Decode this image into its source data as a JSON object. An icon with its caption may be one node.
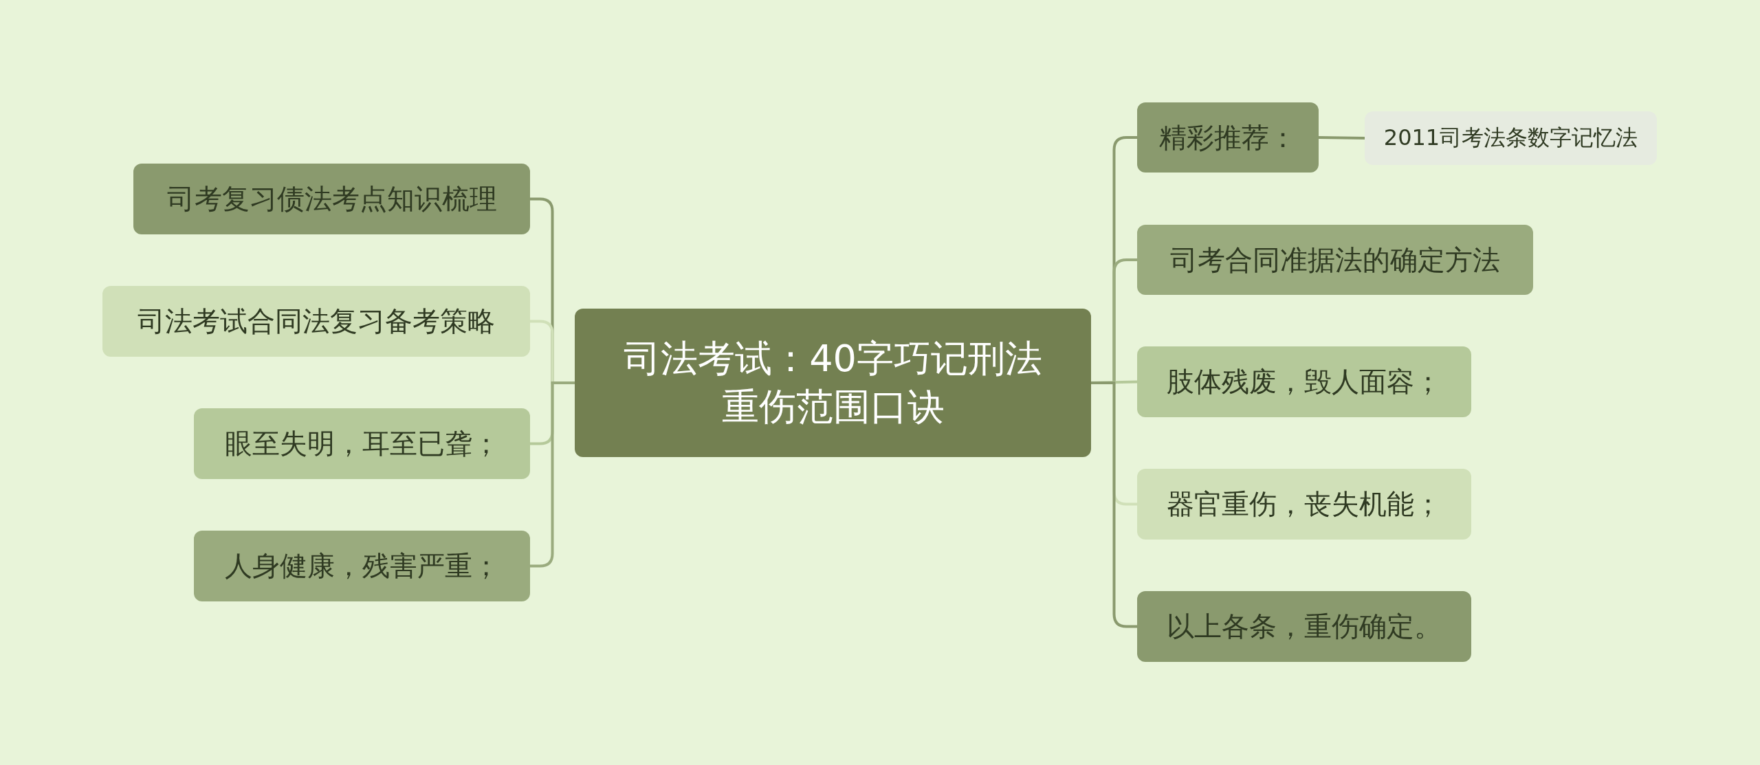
{
  "diagram": {
    "nodes": [
      {
        "text": [
          "司法考试：40字巧记刑法重伤范围口诀"
        ]
      },
      {
        "text": [
          "司考复习债法考点知识梳理"
        ]
      },
      {
        "text": [
          "司法考试合同法复习备考策略"
        ]
      },
      {
        "text": [
          "眼至失明，耳至已聋；"
        ]
      },
      {
        "text": [
          "人身健康，残害严重；"
        ]
      },
      {
        "text": [
          "精彩推荐："
        ]
      },
      {
        "text": [
          "2011司考法条数字记忆法"
        ]
      },
      {
        "text": [
          "司考合同准据法的确定方法"
        ]
      },
      {
        "text": [
          "肢体残废，毁人面容；"
        ]
      },
      {
        "text": [
          "器官重伤，丧失机能；"
        ]
      },
      {
        "text": [
          "以上各条，重伤确定。"
        ]
      }
    ],
    "edges": [
      {
        "from": 0,
        "to": 1,
        "arrow": "none"
      },
      {
        "from": 0,
        "to": 2,
        "arrow": "none",
        "color": "#d0e0b8"
      },
      {
        "from": 0,
        "to": 3,
        "arrow": "none",
        "color": "#b5c99a"
      },
      {
        "from": 0,
        "to": 4,
        "arrow": "none",
        "color": "#9aab7e"
      },
      {
        "from": 0,
        "to": 5,
        "arrow": "none"
      },
      {
        "from": 5,
        "to": 6,
        "arrow": "none"
      },
      {
        "from": 0,
        "to": 7,
        "arrow": "none",
        "color": "#9aab7e"
      },
      {
        "from": 0,
        "to": 8,
        "arrow": "none",
        "color": "#b5c99a"
      },
      {
        "from": 0,
        "to": 9,
        "arrow": "none",
        "color": "#d0e0b8"
      },
      {
        "from": 0,
        "to": 10,
        "arrow": "none"
      }
    ]
  }
}
